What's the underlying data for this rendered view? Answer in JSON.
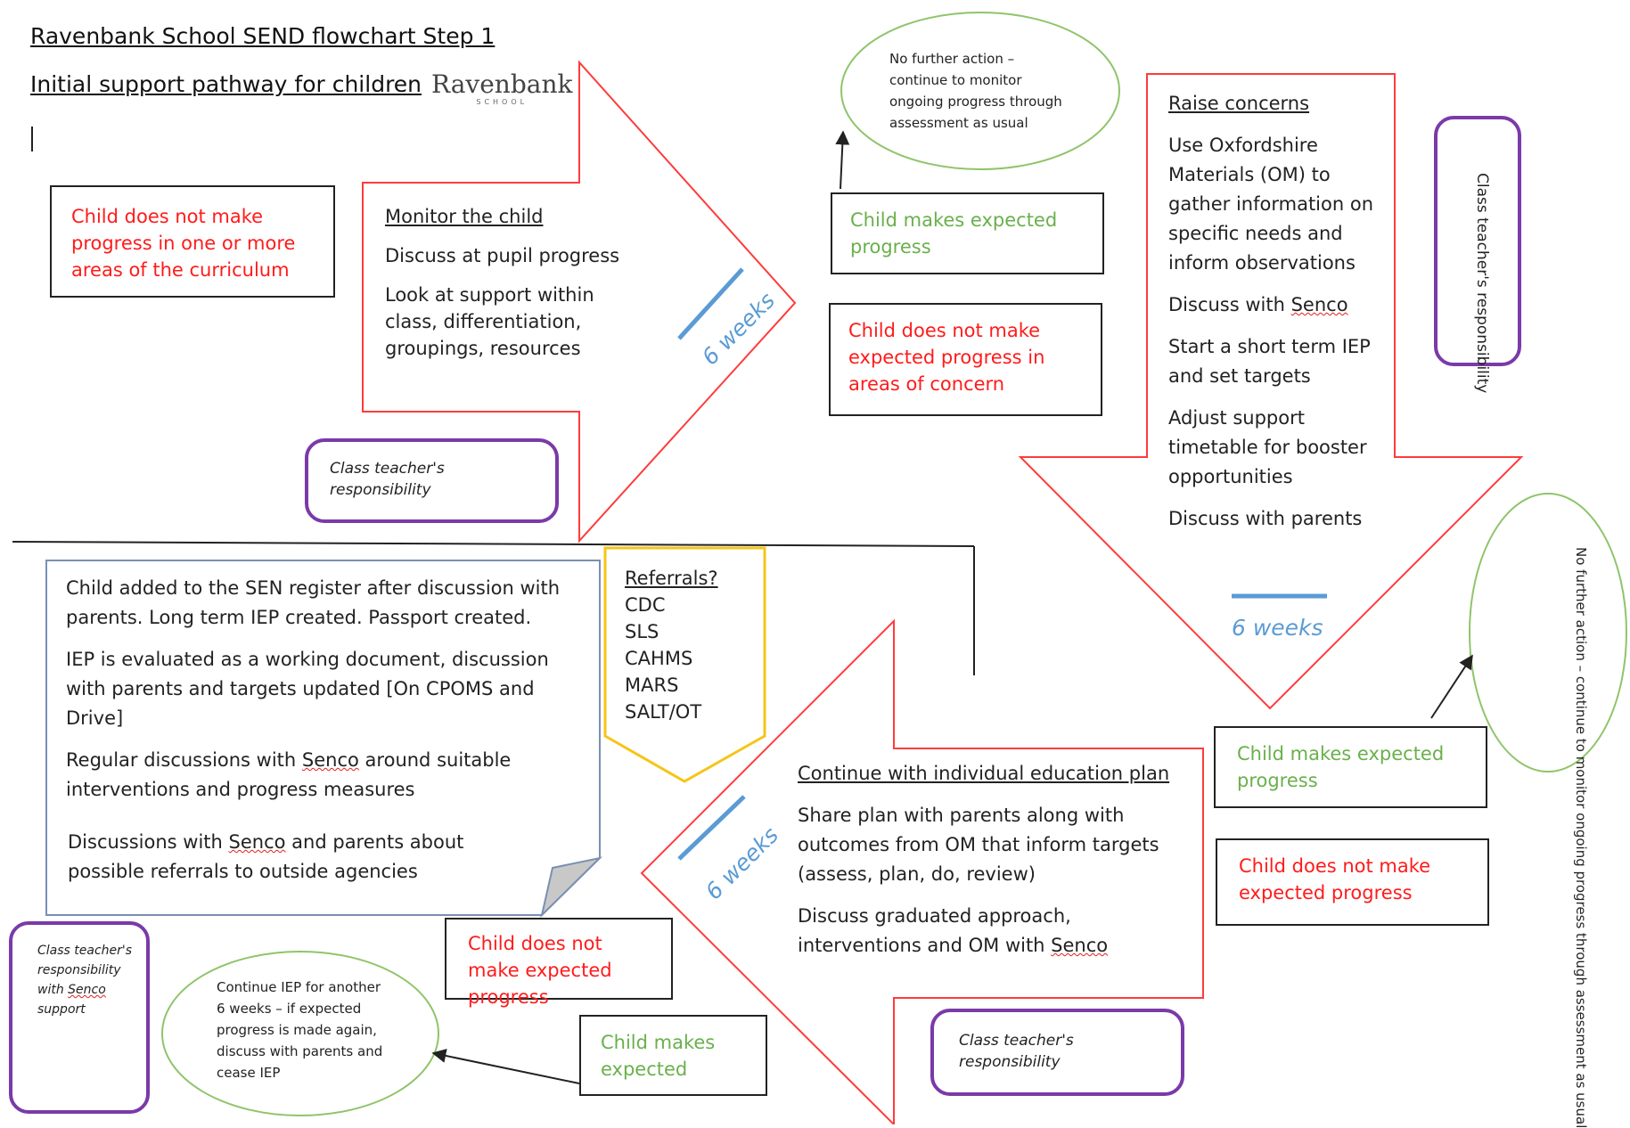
{
  "header": {
    "title": "Ravenbank School SEND flowchart Step 1",
    "subtitle": "Initial support pathway for children",
    "logo_text": "Ravenbank",
    "logo_sub": "SCHOOL"
  },
  "colors": {
    "red": "#ff1b1b",
    "green": "#6ab04c",
    "purple": "#7a3aa8",
    "blue": "#5b9bd5",
    "yellow": "#f5c518",
    "slate": "#7a8fb3"
  },
  "start_box": "Child does not make progress in one or more areas of the curriculum",
  "monitor": {
    "heading": "Monitor the child",
    "p1": "Discuss at pupil progress",
    "p2": "Look at support within class, differentiation, groupings, resources",
    "weeks": "6 weeks"
  },
  "resp_top": "Class teacher's responsibility",
  "no_action_top": "No further action – continue to monitor ongoing progress through assessment as usual",
  "expected_top": "Child makes expected progress",
  "not_expected_top": "Child does not make expected progress in areas of concern",
  "raise": {
    "heading": "Raise concerns",
    "p1": "Use Oxfordshire Materials (OM) to gather information on specific needs and inform observations",
    "p2_pre": "Discuss with ",
    "p2_senco": "Senco",
    "p3": "Start a short term IEP and set targets",
    "p4": "Adjust support timetable for booster opportunities",
    "p5": "Discuss with parents",
    "weeks": "6 weeks"
  },
  "resp_right": "Class teacher's responsibility",
  "no_action_right": "No further action – continue to monitor ongoing progress through assessment as usual",
  "expected_right": "Child makes expected progress",
  "not_expected_right": "Child does not make expected progress",
  "iep": {
    "heading": "Continue with individual education plan",
    "p1": "Share plan with parents along with outcomes from OM that inform targets (assess, plan, do, review)",
    "p2_pre": "Discuss graduated approach, interventions and OM with ",
    "p2_senco": "Senco",
    "weeks": "6 weeks"
  },
  "resp_bottom": "Class teacher's responsibility",
  "referrals": {
    "heading": "Referrals?",
    "items": [
      "CDC",
      "SLS",
      "CAHMS",
      "MARS",
      "SALT/OT"
    ]
  },
  "sen": {
    "p1": "Child added to the SEN register after discussion with parents. Long term IEP created. Passport created.",
    "p2": "IEP is evaluated as a working document, discussion with parents and targets updated [On CPOMS and Drive]",
    "p3_pre": "Regular discussions with ",
    "p3_senco": "Senco",
    "p3_post": " around suitable interventions and progress measures",
    "p4_pre": "Discussions with ",
    "p4_senco": "Senco",
    "p4_post": " and parents about possible referrals to outside agencies"
  },
  "not_expected_bottom": "Child does not make expected progress",
  "expected_bottom": "Child makes expected",
  "continue_iep": "Continue IEP for another 6 weeks – if expected progress is made again, discuss with parents and cease IEP",
  "resp_left": {
    "pre": "Class teacher's responsibility with ",
    "senco": "Senco",
    "post": " support"
  }
}
